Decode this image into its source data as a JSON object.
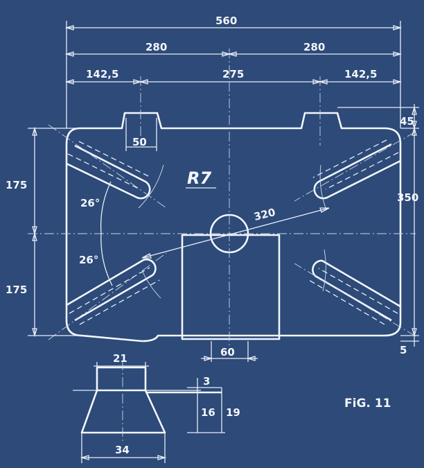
{
  "drawing": {
    "part_label": "R7",
    "figure_label": "FiG. 11",
    "background_color": "#2d4a78",
    "line_color": "#f2f6fc",
    "dimensions": {
      "overall_width": "560",
      "half_width_left": "280",
      "half_width_right": "280",
      "hole_offset_left": "142,5",
      "hole_spacing": "275",
      "hole_offset_right": "142,5",
      "boss_width": "50",
      "upper_half_height": "175",
      "lower_half_height": "175",
      "angle_upper": "26°",
      "angle_lower": "26°",
      "radius": "320",
      "boss_height": "45",
      "overall_height": "350",
      "bottom_offset": "5",
      "center_slot_width": "60"
    },
    "section_detail": {
      "top_width": "21",
      "base_width": "34",
      "lip_thickness": "3",
      "height_inner": "16",
      "height_total": "19"
    }
  }
}
